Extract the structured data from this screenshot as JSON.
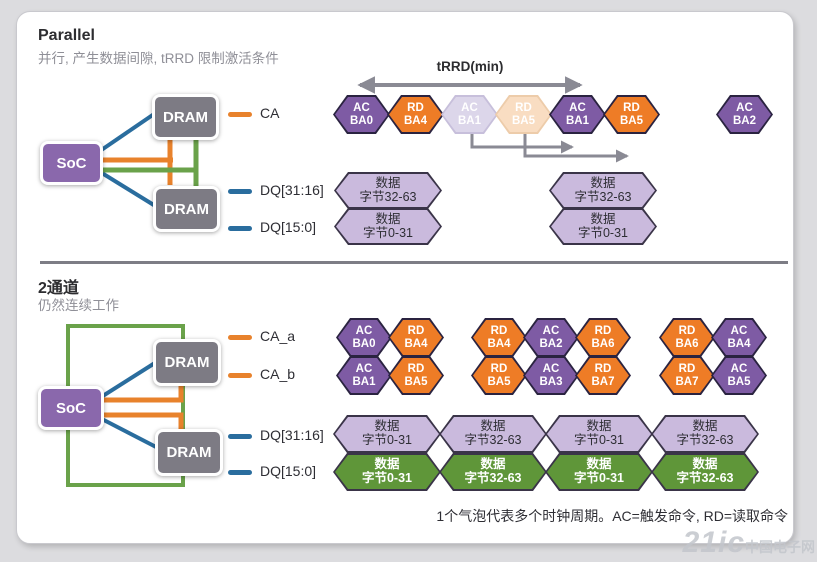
{
  "colors": {
    "page_bg": "#dcdcdf",
    "title_dark": "#2d2d30",
    "subtitle_gray": "#8f8f97",
    "text_dark": "#2e2e34",
    "divider_gray": "#7d7d85",
    "soc_purple": "#8a68ac",
    "dram_gray": "#7d7b84",
    "wire_blue": "#2a6d9e",
    "wire_orange": "#e8822c",
    "wire_green": "#6aa24a",
    "arrow_gray": "#8a8a94",
    "hex_border": "#2a2340",
    "data_border": "#3a3448",
    "ac_purple": "#7e5ba4",
    "rd_orange": "#ee7c26",
    "ac_faded_fill": "#dcd6ea",
    "ac_faded_border": "#c7bfdb",
    "rd_faded_fill": "#f9ddc2",
    "rd_faded_border": "#edccaa",
    "data_purple": "#cabadd",
    "data_green": "#5f9639"
  },
  "parallel": {
    "title": "Parallel",
    "subtitle": "并行, 产生数据间隙, tRRD 限制激活条件",
    "trrd_label": "tRRD(min)",
    "soc_label": "SoC",
    "dram_top_label": "DRAM",
    "dram_bottom_label": "DRAM",
    "legend": {
      "ca": "CA",
      "dq_hi": "DQ[31:16]",
      "dq_lo": "DQ[15:0]"
    },
    "cmd_group_main": [
      {
        "type": "ac",
        "label": "AC\nBA0"
      },
      {
        "type": "rd",
        "label": "RD\nBA4"
      },
      {
        "type": "ac-faded",
        "label": "AC\nBA1"
      },
      {
        "type": "rd-faded",
        "label": "RD\nBA5"
      },
      {
        "type": "ac",
        "label": "AC\nBA1"
      },
      {
        "type": "rd",
        "label": "RD\nBA5"
      }
    ],
    "cmd_group_late": [
      {
        "type": "ac",
        "label": "AC\nBA2"
      }
    ],
    "data_group_1": [
      {
        "type": "data",
        "label": "数据\n字节32-63"
      },
      {
        "type": "data",
        "label": "数据\n字节0-31"
      }
    ],
    "data_group_2": [
      {
        "type": "data",
        "label": "数据\n字节32-63"
      },
      {
        "type": "data",
        "label": "数据\n字节0-31"
      }
    ]
  },
  "dual": {
    "title": "2通道",
    "subtitle": "仍然连续工作",
    "soc_label": "SoC",
    "dram_top_label": "DRAM",
    "dram_bottom_label": "DRAM",
    "legend": {
      "ca_a": "CA_a",
      "ca_b": "CA_b",
      "dq_hi": "DQ[31:16]",
      "dq_lo": "DQ[15:0]"
    },
    "ca_a_g1": [
      {
        "type": "ac",
        "label": "AC\nBA0"
      },
      {
        "type": "rd",
        "label": "RD\nBA4"
      }
    ],
    "ca_a_g2": [
      {
        "type": "rd",
        "label": "RD\nBA4"
      },
      {
        "type": "ac",
        "label": "AC\nBA2"
      },
      {
        "type": "rd",
        "label": "RD\nBA6"
      }
    ],
    "ca_a_g3": [
      {
        "type": "rd",
        "label": "RD\nBA6"
      },
      {
        "type": "ac",
        "label": "AC\nBA4"
      }
    ],
    "ca_b_g1": [
      {
        "type": "ac",
        "label": "AC\nBA1"
      },
      {
        "type": "rd",
        "label": "RD\nBA5"
      }
    ],
    "ca_b_g2": [
      {
        "type": "rd",
        "label": "RD\nBA5"
      },
      {
        "type": "ac",
        "label": "AC\nBA3"
      },
      {
        "type": "rd",
        "label": "RD\nBA7"
      }
    ],
    "ca_b_g3": [
      {
        "type": "rd",
        "label": "RD\nBA7"
      },
      {
        "type": "ac",
        "label": "AC\nBA5"
      }
    ],
    "dq_hi_row": [
      {
        "type": "data",
        "label": "数据\n字节0-31"
      },
      {
        "type": "data",
        "label": "数据\n字节32-63"
      },
      {
        "type": "data",
        "label": "数据\n字节0-31"
      },
      {
        "type": "data",
        "label": "数据\n字节32-63"
      }
    ],
    "dq_lo_row": [
      {
        "type": "data-green",
        "label": "数据\n字节0-31"
      },
      {
        "type": "data-green",
        "label": "数据\n字节32-63"
      },
      {
        "type": "data-green",
        "label": "数据\n字节0-31"
      },
      {
        "type": "data-green",
        "label": "数据\n字节32-63"
      }
    ]
  },
  "footnote": "1个气泡代表多个时钟周期。AC=触发命令, RD=读取命令",
  "watermark": {
    "big": "21ic",
    "small": "中国电子网"
  }
}
